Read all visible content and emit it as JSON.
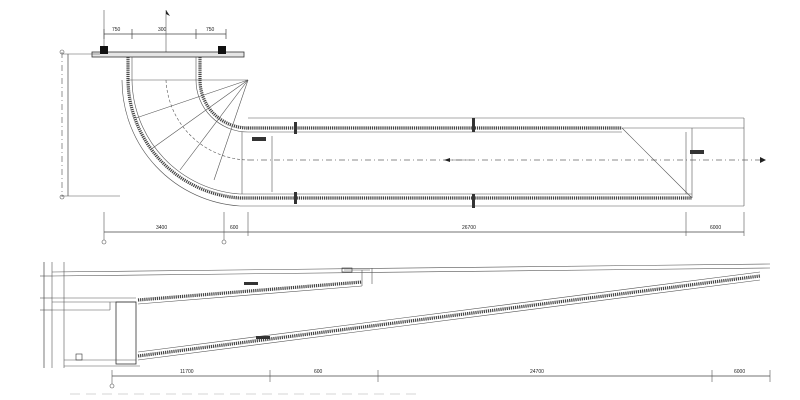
{
  "plan": {
    "top_dims": [
      "750",
      "300",
      "750"
    ],
    "bottom_dims": [
      "3400",
      "600",
      "26700",
      "6000"
    ]
  },
  "elevation": {
    "bottom_dims": [
      "11700",
      "600",
      "24700",
      "6000"
    ]
  },
  "colors": {
    "line": "#333333",
    "hatch": "#444444",
    "background": "#ffffff"
  }
}
